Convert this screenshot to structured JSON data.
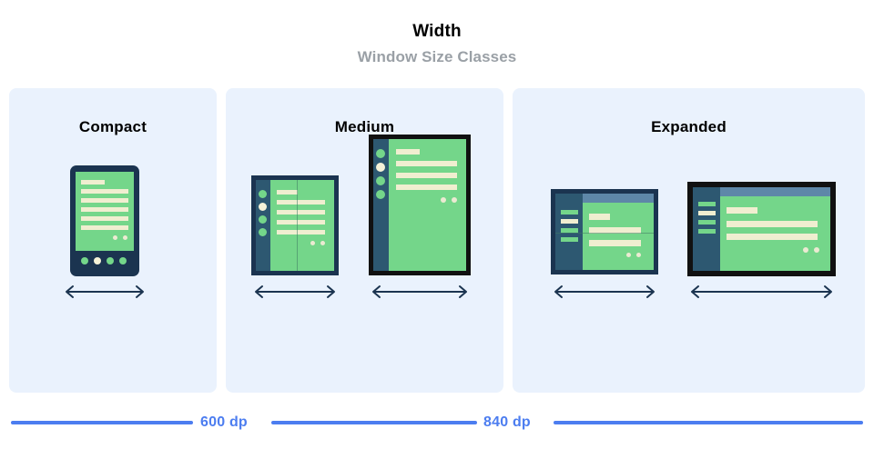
{
  "header": {
    "title": "Width",
    "subtitle": "Window Size Classes"
  },
  "panels": [
    {
      "id": "compact",
      "title": "Compact"
    },
    {
      "id": "medium",
      "title": "Medium"
    },
    {
      "id": "expanded",
      "title": "Expanded"
    }
  ],
  "measures": [
    {
      "label": "600 dp"
    },
    {
      "label": "840 dp"
    }
  ],
  "colors": {
    "page_background": "#ffffff",
    "panel_background": "#eaf2fd",
    "screen_green": "#74d68a",
    "content_cream": "#f0eed0",
    "sidebar_navy": "#2d5871",
    "frame_navy": "#1b3450",
    "frame_black": "#111111",
    "top_strip": "#5e87a8",
    "accent_blue": "#4c7df0",
    "title_black": "#000000",
    "subtitle_gray": "#9aa0a6",
    "arrow_navy": "#1b3450"
  },
  "devices": {
    "phone": {
      "name": "phone-portrait",
      "panel": "compact",
      "nav_dots": 4,
      "selected_dot": 2,
      "content_bars": 6
    },
    "foldable_portrait": {
      "name": "foldable-portrait",
      "panel": "medium",
      "rail_dots": 4,
      "selected_dot": 2,
      "content_bars": 5,
      "fold": "vertical"
    },
    "tablet_portrait": {
      "name": "tablet-portrait",
      "panel": "medium",
      "rail_dots": 4,
      "selected_dot": 2,
      "content_bars": 4
    },
    "foldable_landscape": {
      "name": "foldable-landscape",
      "panel": "expanded",
      "rail_bars": 4,
      "selected_bar": 2,
      "content_bars": 3,
      "fold": "horizontal"
    },
    "tablet_landscape": {
      "name": "tablet-landscape",
      "panel": "expanded",
      "rail_bars": 4,
      "selected_bar": 2,
      "content_bars": 3
    }
  }
}
